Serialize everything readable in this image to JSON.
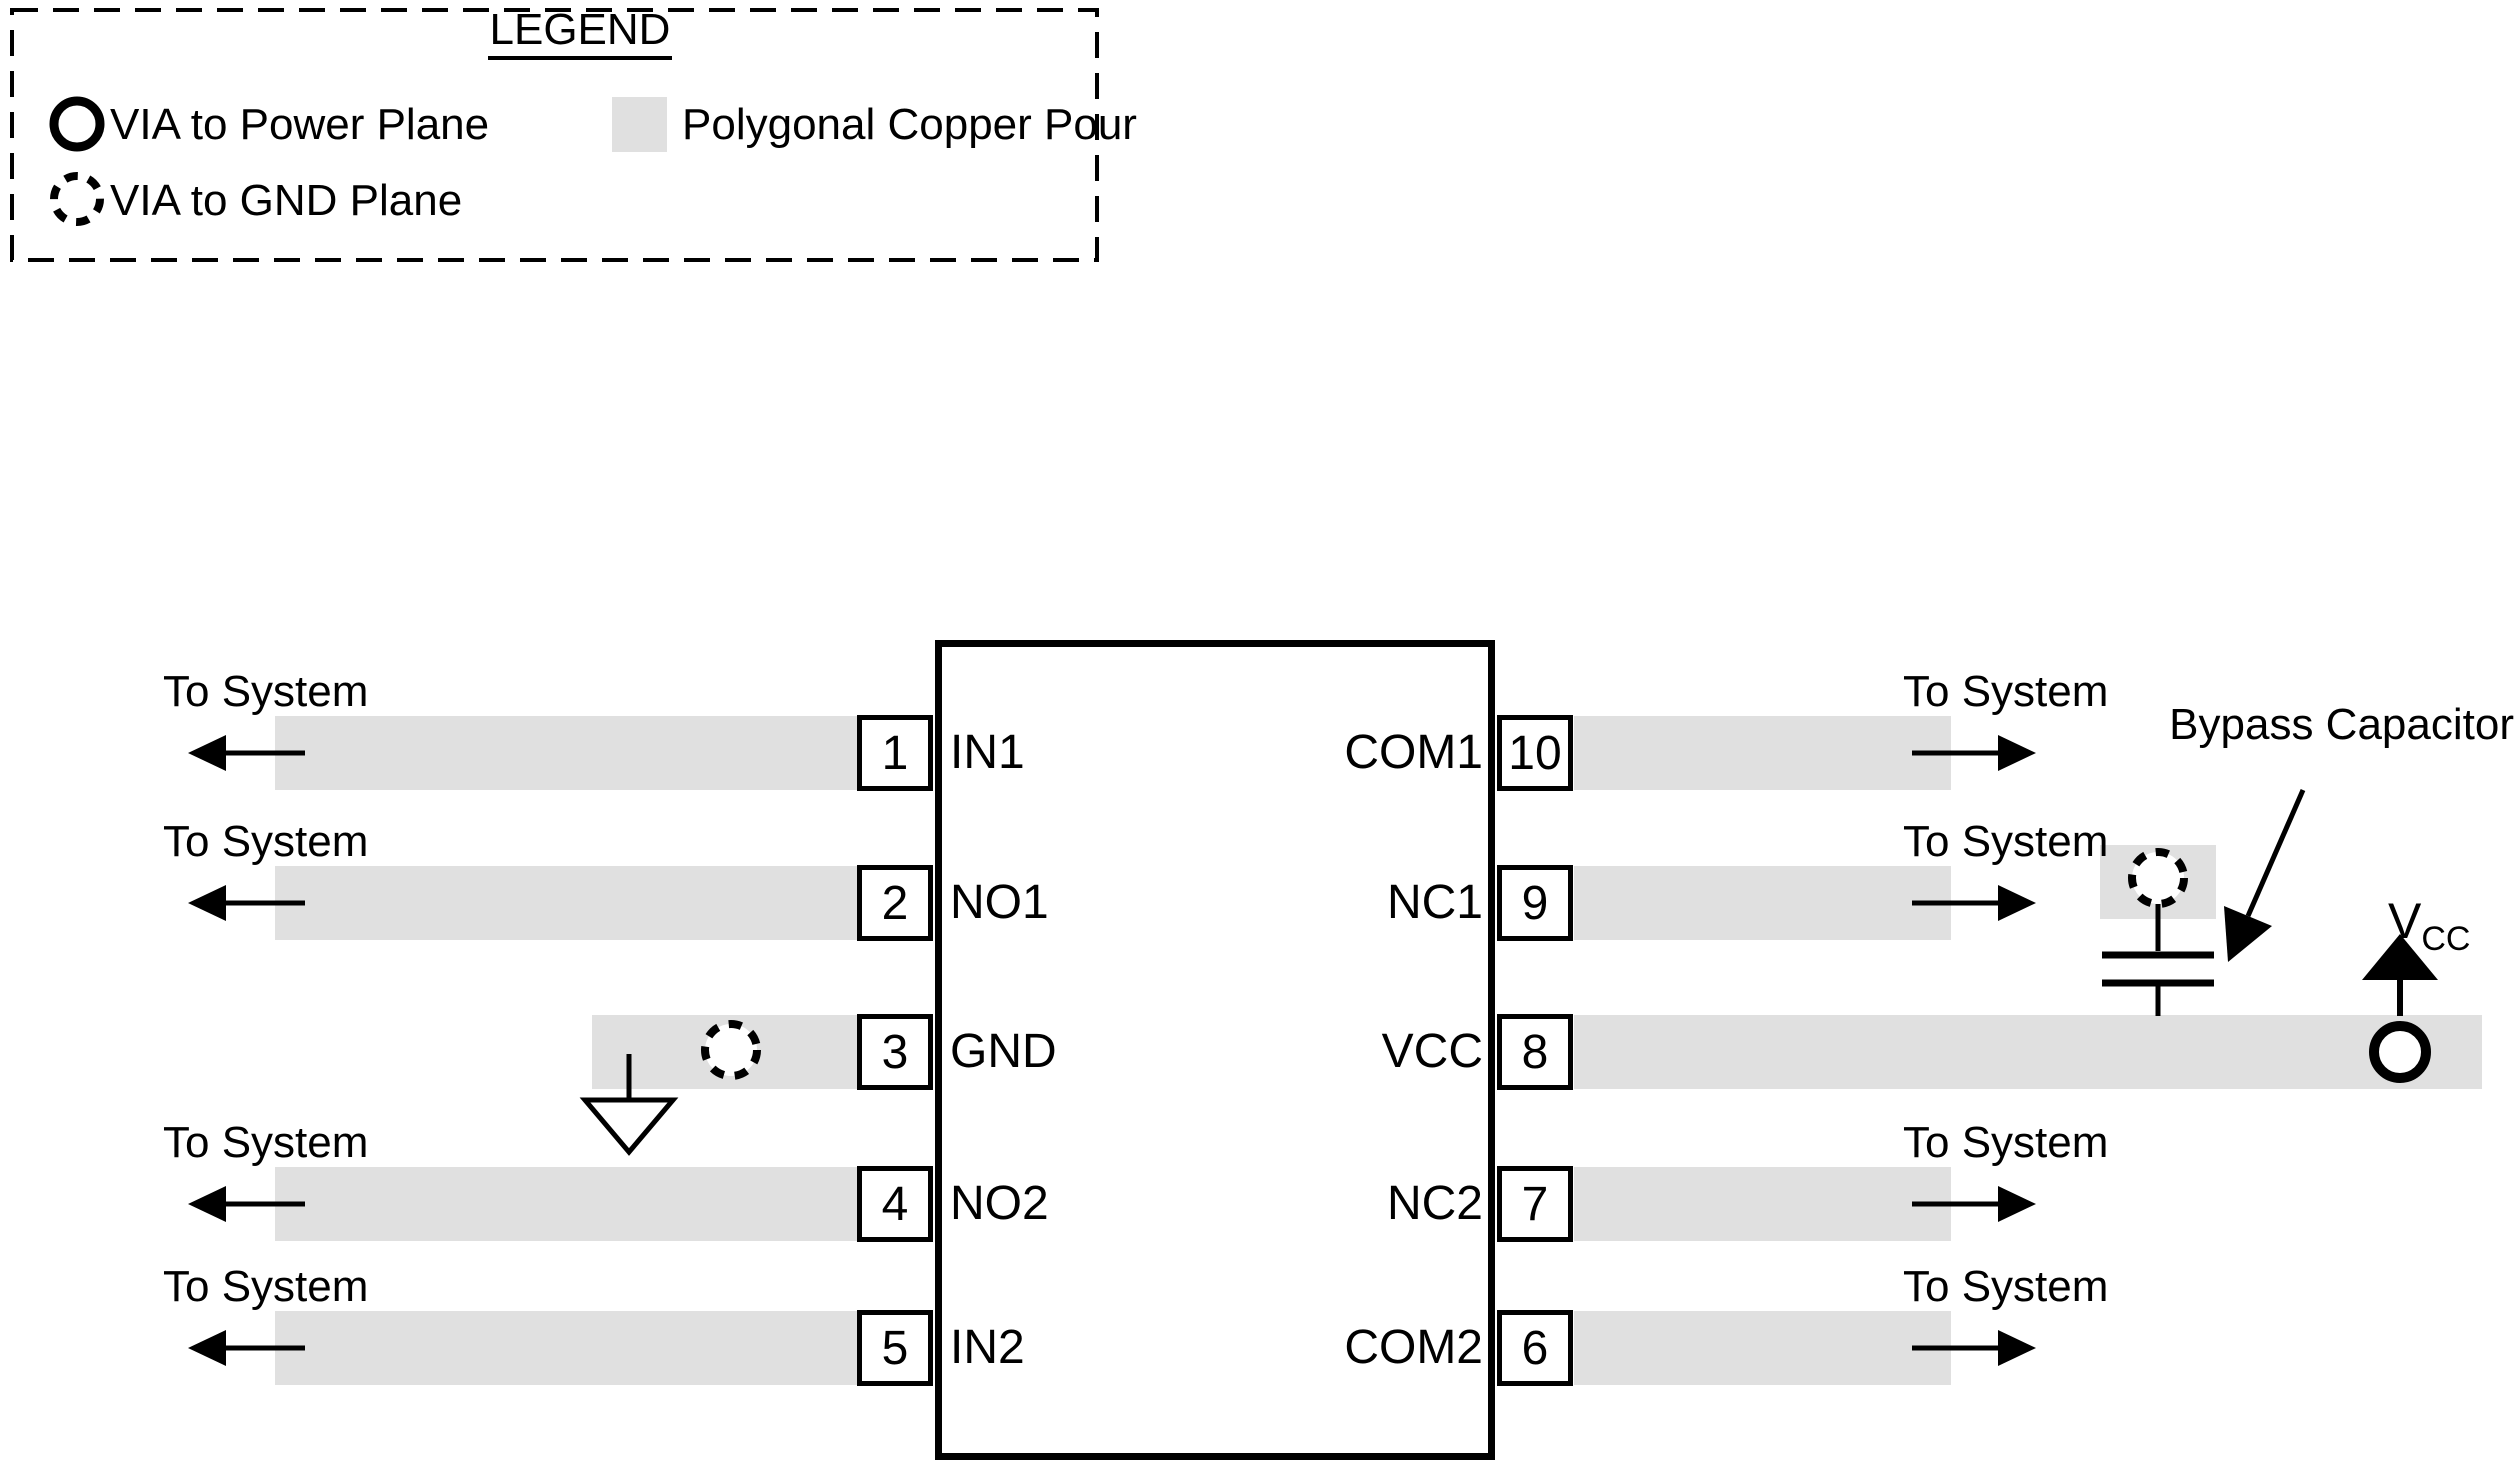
{
  "legend": {
    "title": "LEGEND",
    "items": [
      {
        "icon": "power-via-icon",
        "label": "VIA to Power Plane"
      },
      {
        "icon": "gnd-via-icon",
        "label": "VIA to GND Plane"
      },
      {
        "icon": "copper-pour-swatch",
        "label": "Polygonal Copper Pour"
      }
    ]
  },
  "ic": {
    "pins_left": [
      {
        "num": "1",
        "label": "IN1"
      },
      {
        "num": "2",
        "label": "NO1"
      },
      {
        "num": "3",
        "label": "GND"
      },
      {
        "num": "4",
        "label": "NO2"
      },
      {
        "num": "5",
        "label": "IN2"
      }
    ],
    "pins_right": [
      {
        "num": "10",
        "label": "COM1"
      },
      {
        "num": "9",
        "label": "NC1"
      },
      {
        "num": "8",
        "label": "VCC"
      },
      {
        "num": "7",
        "label": "NC2"
      },
      {
        "num": "6",
        "label": "COM2"
      }
    ]
  },
  "labels": {
    "to_system": "To System",
    "bypass_capacitor": "Bypass Capacitor",
    "vcc_main": "V",
    "vcc_sub": "CC"
  },
  "colors": {
    "copper_pour": "#e0e0e0",
    "ink": "#000000"
  }
}
